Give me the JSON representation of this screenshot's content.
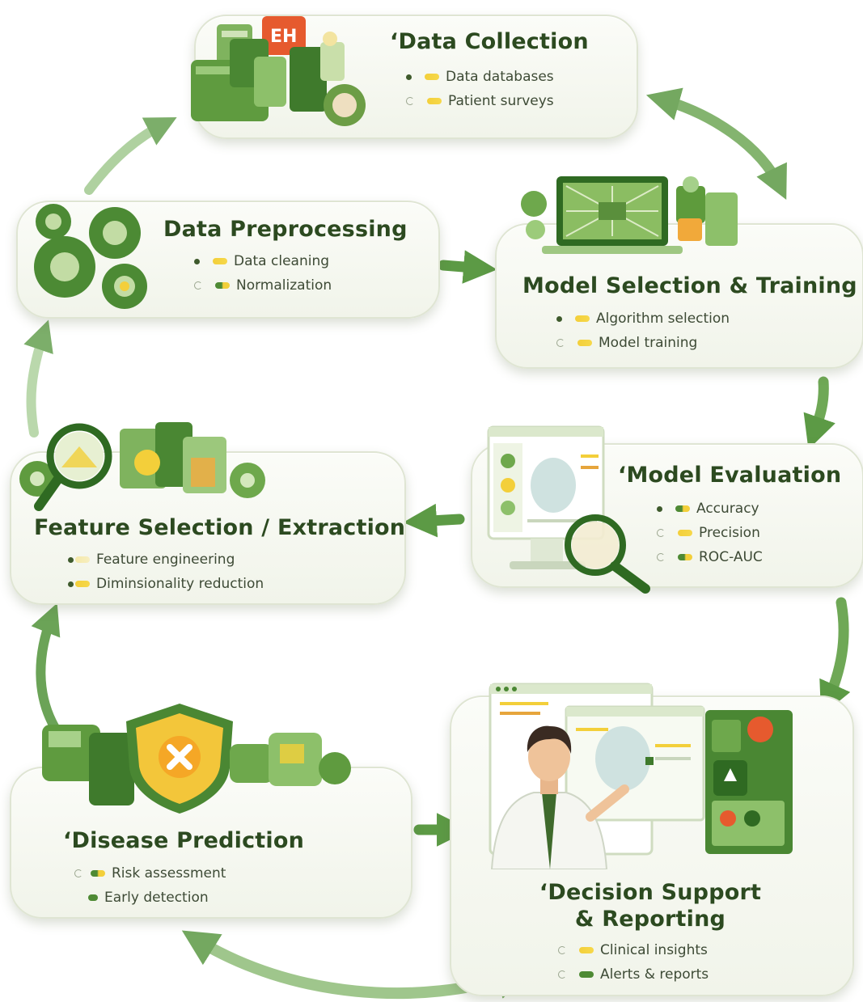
{
  "diagram": {
    "stages": [
      {
        "id": "data-collection",
        "title": "‘Data Collection",
        "items": [
          "Data databases",
          "Patient surveys"
        ],
        "icon": "ehr-folders-icon"
      },
      {
        "id": "data-preprocessing",
        "title": "Data Preprocessing",
        "items": [
          "Data cleaning",
          "Normalization"
        ],
        "icon": "gears-icon"
      },
      {
        "id": "model-selection",
        "title": "Model Selection & Training",
        "items": [
          "Algorithm selection",
          "Model training"
        ],
        "icon": "laptop-network-icon"
      },
      {
        "id": "feature-selection",
        "title": "Feature Selection / Extraction",
        "items": [
          "Feature engineering",
          "Diminsionality reduction"
        ],
        "icon": "magnifier-gears-icon"
      },
      {
        "id": "model-evaluation",
        "title": "‘Model Evaluation",
        "items": [
          "Accuracy",
          "Precision",
          "ROC-AUC"
        ],
        "icon": "monitor-magnifier-icon"
      },
      {
        "id": "disease-prediction",
        "title": "‘Disease Prediction",
        "items": [
          "Risk assessment",
          "Early detection"
        ],
        "icon": "shield-cross-icon"
      },
      {
        "id": "decision-support",
        "title_line1": "‘Decision Support",
        "title_line2": "& Reporting",
        "items": [
          "Clinical insights",
          "Alerts & reports"
        ],
        "icon": "doctor-dashboard-icon"
      }
    ],
    "badge_text": "EH",
    "colors": {
      "title": "#2c4a20",
      "text": "#3d4a35",
      "arrow": "#5c9a45",
      "accent_yellow": "#f3cf3a",
      "green_dark": "#3f7a2c"
    }
  }
}
